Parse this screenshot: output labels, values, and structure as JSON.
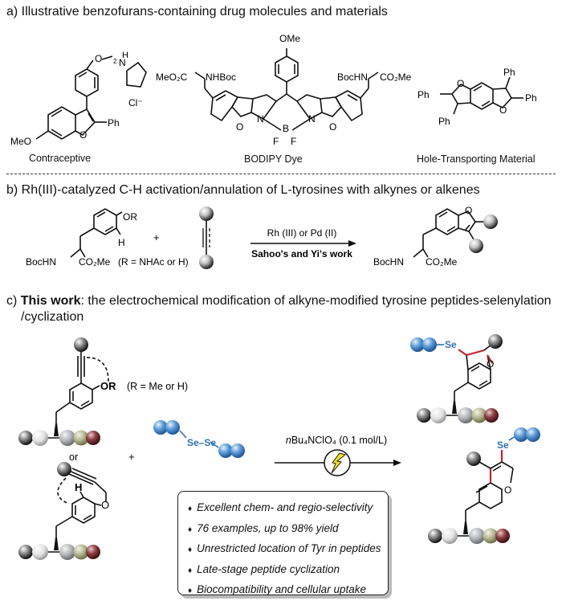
{
  "section_a": {
    "title": "a) Illustrative benzofurans-containing drug molecules and materials",
    "molecules": [
      {
        "name": "Contraceptive",
        "labels": [
          "MeO",
          "O",
          "Ph",
          "O",
          "N",
          "H",
          "2",
          "Cl⁻"
        ]
      },
      {
        "name": "BODIPY Dye",
        "labels": [
          "OMe",
          "MeO₂C",
          "NHBoc",
          "BocHN",
          "CO₂Me",
          "N",
          "N",
          "B",
          "F",
          "F",
          "O",
          "O"
        ]
      },
      {
        "name": "Hole-Transporting Material",
        "labels": [
          "Ph",
          "Ph",
          "Ph",
          "Ph",
          "O",
          "O"
        ]
      }
    ]
  },
  "section_b": {
    "title": "b) Rh(III)-catalyzed C-H activation/annulation of L-tyrosines with alkynes or alkenes",
    "reactant_labels": {
      "or": "OR",
      "h": "H",
      "boc": "BocHN",
      "ester": "CO₂Me",
      "r_def": "(R = NHAc or H)"
    },
    "plus": "+",
    "conditions_top": "Rh (III) or Pd (II)",
    "conditions_bottom": "Sahoo's and Yi's work",
    "product_labels": {
      "o": "O",
      "boc": "BocHN",
      "ester": "CO₂Me"
    }
  },
  "section_c": {
    "title_prefix": "c) ",
    "title_bold": "This work",
    "title_rest": ": the electrochemical modification of alkyne-modified tyrosine peptides-selenylation",
    "title_line2": "/cyclization",
    "substrate1_labels": {
      "or": "OR",
      "r_def": "(R = Me or H)"
    },
    "or_text": "or",
    "plus": "+",
    "substrate2_labels": {
      "h": "H",
      "o": "O"
    },
    "diselenide_label": "Se–Se",
    "conditions": "nBu₄NClO₄ (0.1 mol/L)",
    "conditions_italic_prefix": "n",
    "conditions_rest": "Bu₄NClO₄ (0.1 mol/L)",
    "electricity_icon": "lightning-bolt",
    "product1_labels": {
      "se": "Se",
      "o": "O"
    },
    "product2_labels": {
      "se": "Se",
      "o": "O"
    },
    "features": [
      "Excellent chem- and regio-selectivity",
      "76 examples, up to 98% yield",
      "Unrestricted location of Tyr in peptides",
      "Late-stage peptide cyclization",
      "Biocompatibility and cellular uptake"
    ],
    "bullet": "♦"
  },
  "colors": {
    "text": "#111111",
    "se_blue": "#2f6fb5",
    "new_bond_red": "#c0232e",
    "bolt_yellow": "#f0e020",
    "bead_dark": "#2a2a2a",
    "bead_light": "#d8d8d8",
    "bead_gray": "#a9abae",
    "bead_olive": "#a9ad86",
    "bead_maroon": "#6b2a2e"
  }
}
